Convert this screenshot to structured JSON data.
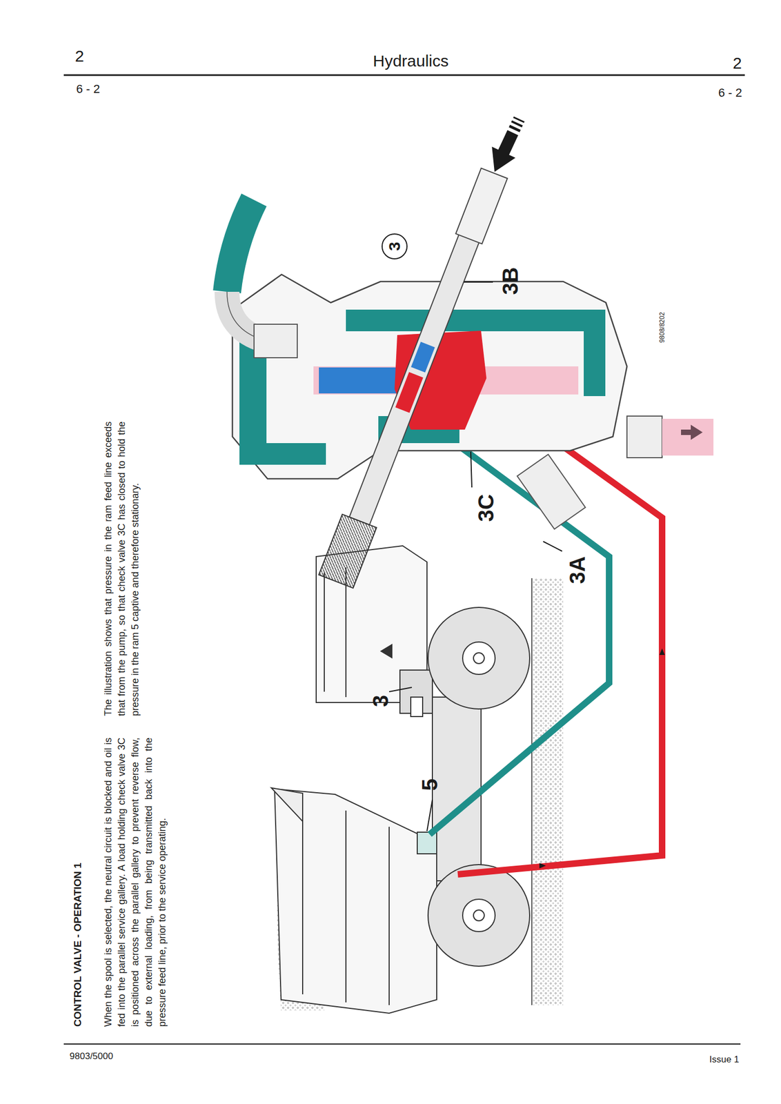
{
  "diagram": {
    "title": "CONTROL VALVE - OPERATION 1",
    "nodes": [
      {
        "text": [
          "3"
        ]
      }
    ],
    "labels": [
      "2",
      "Hydraulics",
      "2",
      "6 - 2",
      "6 - 2",
      "When the spool is selected, the neutral circuit is blocked and oil is fed into the parallel service gallery. A load holding check valve 3C is positioned across the parallel gallery to prevent reverse flow, due to external loading, from being transmitted back into the pressure feed line, prior to the service operating.",
      "The illustration shows that pressure in the ram feed line exceeds that from the pump, so that check valve 3C has closed to hold the pressure in the ram 5 captive and therefore stationary.",
      "3B",
      "3C",
      "3A",
      "3",
      "5",
      "9808/8202",
      "9803/5000",
      "Issue 1"
    ]
  }
}
